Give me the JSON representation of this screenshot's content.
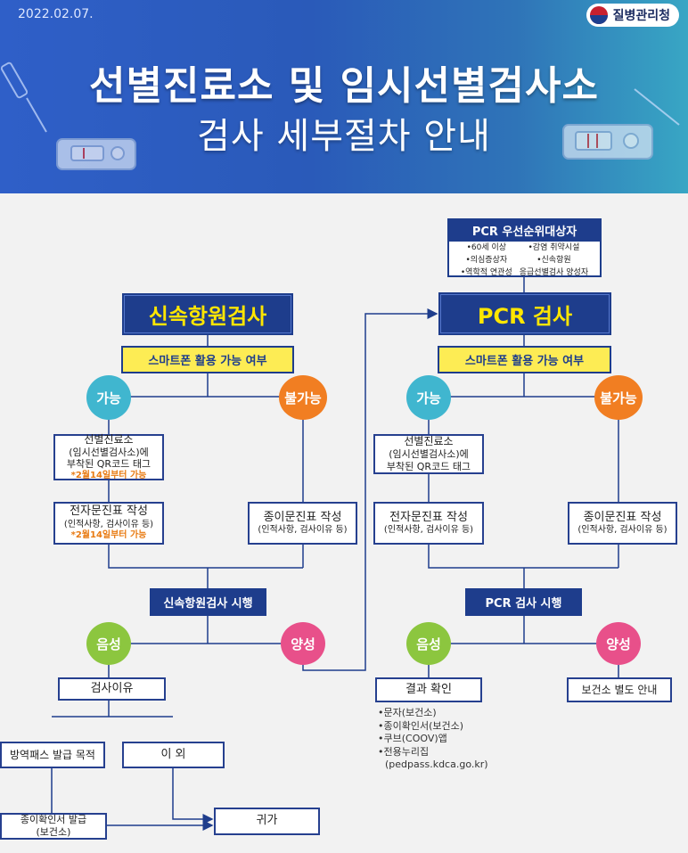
{
  "header": {
    "date": "2022.02.07.",
    "agency": "질병관리청",
    "title_line1": "선별진료소 및 임시선별검사소",
    "title_line2": "검사 세부절차 안내"
  },
  "pcr_priority": {
    "title": "PCR 우선순위대상자",
    "items": [
      "•60세 이상",
      "•감염 취약시설",
      "•의심증상자",
      "•신속항원",
      "•역학적 연관성",
      "응급선별검사 양성자"
    ]
  },
  "rapid": {
    "title": "신속항원검사",
    "smartphone_question": "스마트폰 활용 가능 여부",
    "possible": "가능",
    "impossible": "불가능",
    "qr_line1": "선별진료소",
    "qr_line2": "(임시선별검사소)에",
    "qr_line3": "부착된 QR코드 태그",
    "qr_note": "*2월14일부터 가능",
    "e_form": "전자문진표 작성",
    "e_form_sub": "(인적사항, 검사이유 등)",
    "e_form_note": "*2월14일부터 가능",
    "paper_form": "종이문진표 작성",
    "paper_form_sub": "(인적사항, 검사이유 등)",
    "test": "신속항원검사 시행",
    "negative": "음성",
    "positive": "양성",
    "reason": "검사이유",
    "pass": "방역패스 발급 목적",
    "other": "이 외",
    "certificate_line1": "종이확인서 발급",
    "certificate_line2": "(보건소)",
    "home": "귀가"
  },
  "pcr": {
    "title": "PCR 검사",
    "smartphone_question": "스마트폰 활용 가능 여부",
    "possible": "가능",
    "impossible": "불가능",
    "qr_line1": "선별진료소",
    "qr_line2": "(임시선별검사소)에",
    "qr_line3": "부착된 QR코드 태그",
    "e_form": "전자문진표 작성",
    "e_form_sub": "(인적사항, 검사이유 등)",
    "paper_form": "종이문진표 작성",
    "paper_form_sub": "(인적사항, 검사이유 등)",
    "test": "PCR 검사 시행",
    "negative": "음성",
    "positive": "양성",
    "result": "결과 확인",
    "health_center": "보건소 별도 안내",
    "result_methods": [
      "•문자(보건소)",
      "•종이확인서(보건소)",
      "•쿠브(COOV)앱",
      "•전용누리집"
    ],
    "website": "(pedpass.kdca.go.kr)"
  },
  "colors": {
    "navy": "#1e3d8c",
    "yellow": "#fdec54",
    "teal": "#40b6cf",
    "orange": "#f17e22",
    "green": "#8cc63f",
    "pink": "#e8508a",
    "warning": "#e87a12"
  }
}
